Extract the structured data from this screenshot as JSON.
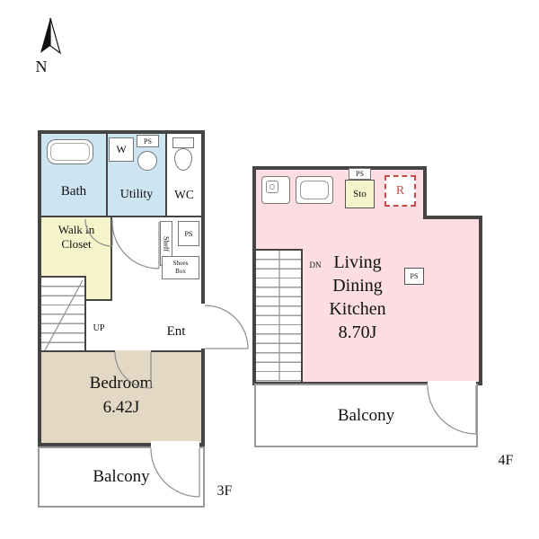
{
  "compass": {
    "label": "N"
  },
  "floor3": {
    "floor_label": "3F",
    "bath": {
      "label": "Bath"
    },
    "utility": {
      "label": "Utility",
      "washer_label": "W",
      "ps_label": "PS"
    },
    "wc": {
      "label": "WC"
    },
    "closet": {
      "line1": "Walk in",
      "line2": "Closet"
    },
    "hall": {
      "shelf_label": "Shelf",
      "ps_label": "PS",
      "shoes_line1": "Shoes",
      "shoes_line2": "Box"
    },
    "ent": {
      "label": "Ent"
    },
    "stairs": {
      "label": "UP"
    },
    "bedroom": {
      "name": "Bedroom",
      "size": "6.42J"
    },
    "balcony": {
      "label": "Balcony"
    }
  },
  "floor4": {
    "floor_label": "4F",
    "ldk": {
      "line1": "Living",
      "line2": "Dining",
      "line3": "Kitchen",
      "size": "8.70J"
    },
    "storage": {
      "label": "Sto",
      "ps_label": "PS"
    },
    "fridge": {
      "label": "R"
    },
    "ps_right": {
      "label": "PS"
    },
    "stairs": {
      "label": "DN"
    },
    "balcony": {
      "label": "Balcony"
    }
  },
  "colors": {
    "wall": "#454545",
    "wet_area": "#cde4f1",
    "closet": "#f5f4cb",
    "bedroom": "#e3d8c3",
    "ldk": "#fbdde2",
    "fridge_accent": "#cc4a4a",
    "balcony_edge": "#9a9a9a"
  }
}
